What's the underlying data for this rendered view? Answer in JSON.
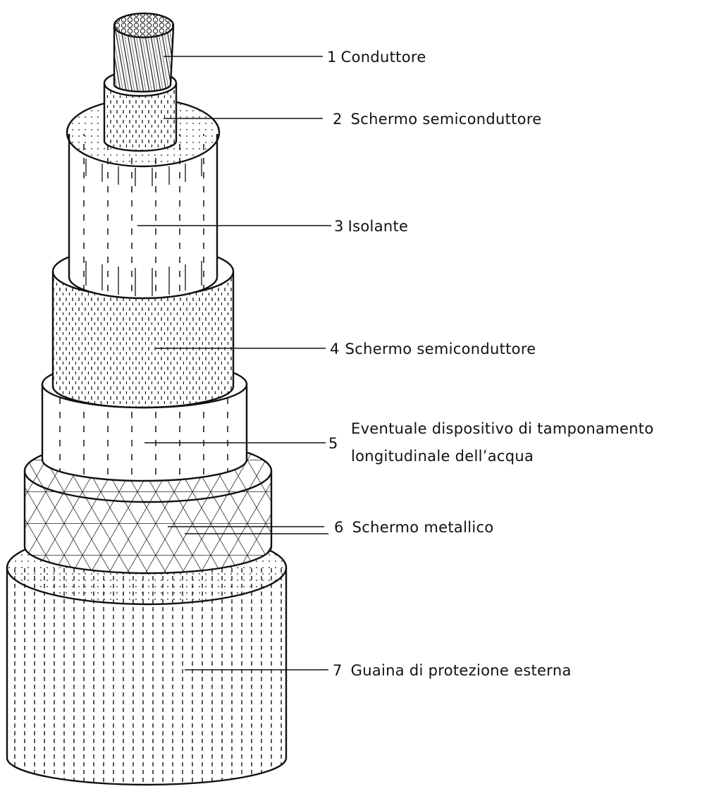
{
  "layers": [
    {
      "number": "1",
      "label": "Conduttore",
      "pattern": "strands"
    },
    {
      "number": "2",
      "label": "Schermo semiconduttore",
      "pattern": "dashes"
    },
    {
      "number": "3",
      "label": "Isolante",
      "pattern": "sparse-dashes"
    },
    {
      "number": "4",
      "label": "Schermo semiconduttore",
      "pattern": "dense-dashes"
    },
    {
      "number": "5",
      "label_lines": [
        "Eventuale dispositivo di tamponamento",
        "longitudinale dell’acqua"
      ],
      "pattern": "sparse-dashes"
    },
    {
      "number": "6",
      "label": "Schermo metallico",
      "pattern": "triangular-mesh"
    },
    {
      "number": "7",
      "label": "Guaina di protezione esterna",
      "pattern": "dots"
    }
  ],
  "colors": {
    "ink": "#111111",
    "fill": "#ffffff"
  }
}
